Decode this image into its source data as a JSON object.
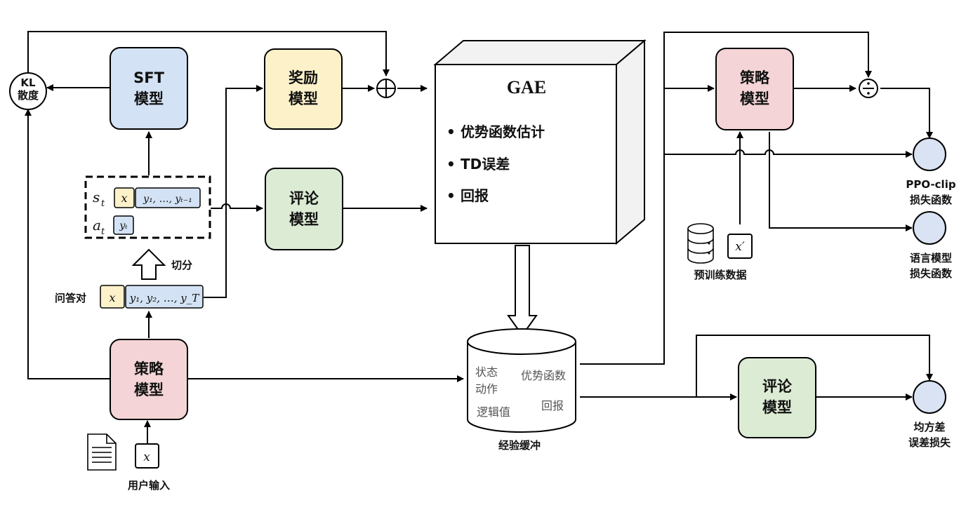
{
  "boxes": {
    "sft_model": [
      "SFT",
      "模型"
    ],
    "reward_model": [
      "奖励",
      "模型"
    ],
    "critic_model_left": [
      "评论",
      "模型"
    ],
    "policy_model_left": [
      "策略",
      "模型"
    ],
    "policy_model_right": [
      "策略",
      "模型"
    ],
    "critic_model_right": [
      "评论",
      "模型"
    ]
  },
  "kl_node": [
    "KL",
    "散度"
  ],
  "gae": {
    "title": "GAE",
    "items": [
      "优势函数估计",
      "TD误差",
      "回报"
    ],
    "bullet": "•"
  },
  "buffer": {
    "label": "经验缓冲",
    "contents": {
      "state": "状态",
      "action": "动作",
      "advantage": "优势函数",
      "logits": "逻辑值",
      "return": "回报"
    }
  },
  "labels": {
    "split": "切分",
    "qa_pair": "问答对",
    "user_input": "用户输入",
    "pretrain_data": "预训练数据",
    "ppo_clip_loss": [
      "PPO-clip",
      "损失函数"
    ],
    "lm_loss": [
      "语言模型",
      "损失函数"
    ],
    "mse_loss": [
      "均方差",
      "误差损失"
    ]
  },
  "math": {
    "s_t": "s",
    "a_t": "a",
    "sub_t": "t",
    "x": "x",
    "x_prime": "x′",
    "y_prefix": "y₁, …, yₜ₋₁",
    "y_t": "yₜ",
    "y_seq": "y₁, y₂, …, y_T"
  },
  "operators": {
    "plus": "⊕",
    "divide": "÷"
  },
  "colors": {
    "sft_blue": "#d3e2f4",
    "reward_yellow": "#fdf1c9",
    "critic_green": "#dcebd4",
    "policy_pink": "#f4d4d6",
    "loss_node": "#dae3f3",
    "x_cell": "#fdf1c9",
    "y_cell": "#d3e2f4",
    "gae_side": "#f2f2f2"
  }
}
